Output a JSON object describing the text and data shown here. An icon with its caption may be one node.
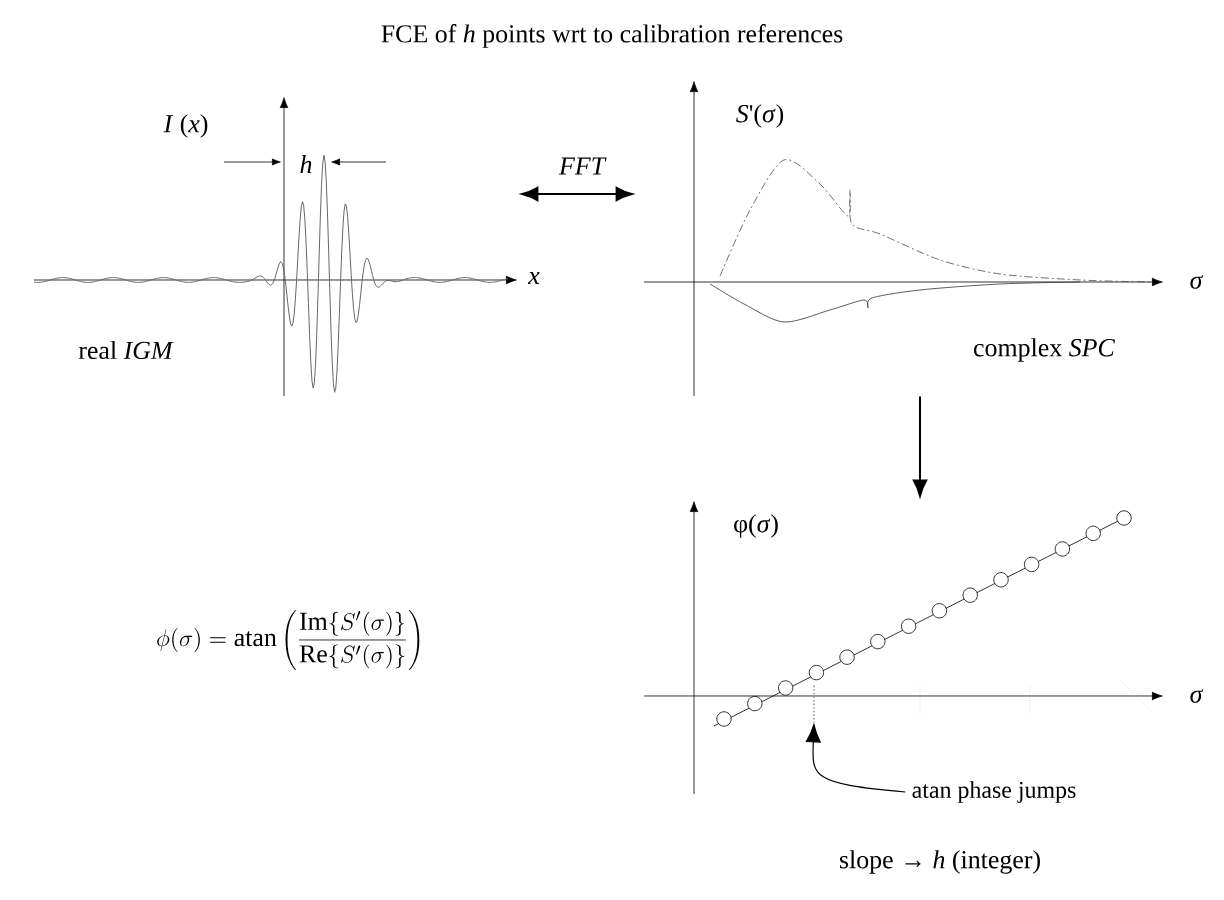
{
  "diagram": {
    "title": "FCE of *h* points wrt to calibration references",
    "nodes": [
      {
        "text": [],
        "shape": "picture"
      },
      {
        "text": [],
        "shape": "picture"
      },
      {
        "text": [],
        "shape": "picture"
      },
      {
        "text": [
          "atan phase jumps"
        ]
      },
      {
        "text": [],
        "shape": "mark",
        "in": 2
      }
    ],
    "edges": [
      {
        "from": 0,
        "to": 1,
        "arrow": "both",
        "label": "FFT"
      },
      {
        "from": 1,
        "to": 2,
        "arrow": "to"
      },
      {
        "from": 3,
        "to": 4,
        "arrow": "to"
      }
    ],
    "labels": [
      "*I* (*x*)",
      "h",
      "x",
      "real *IGM*",
      "*S*'(*σ*)",
      "σ",
      "complex *SPC*",
      "\\phi(\\sigma) = \\mathrm{atan}\\left(\\frac{\\mathrm{Im}\\{S'(\\sigma)\\}}{\\mathrm{Re}\\{S'(\\sigma)\\}}\\right)",
      "φ(*σ*)",
      "σ",
      "slope → *h* (integer)"
    ]
  }
}
